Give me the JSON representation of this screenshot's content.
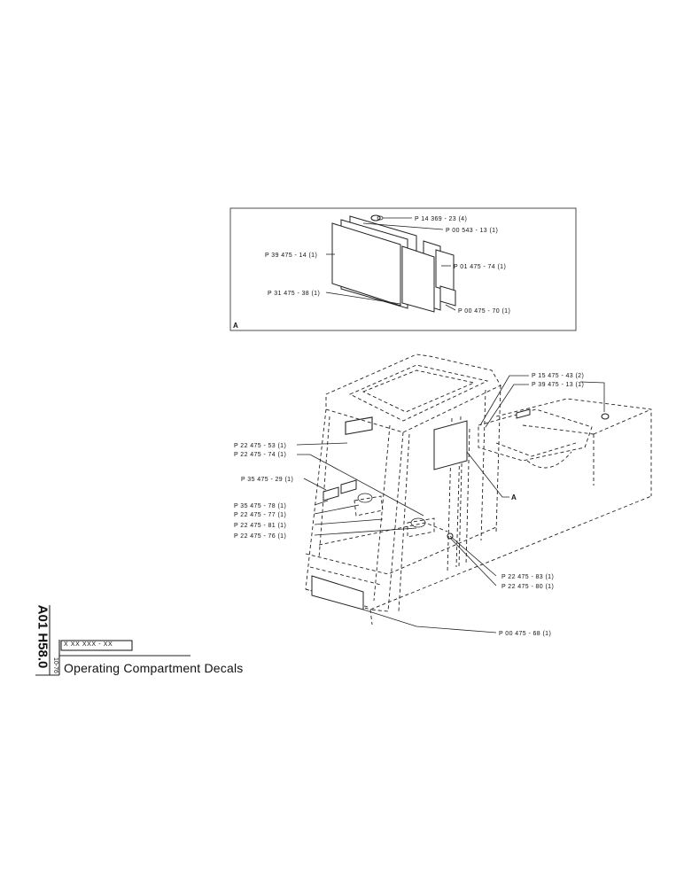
{
  "title_block": {
    "drawing_code": "A01 H58.0",
    "date": "10-76",
    "doc_number": "X XX XXX - XX",
    "title": "Operating Compartment Decals"
  },
  "detail_view": {
    "label": "A",
    "parts": [
      {
        "id": "p1",
        "label": "P 14 369 - 23 (4)"
      },
      {
        "id": "p2",
        "label": "P 00 543 - 13 (1)"
      },
      {
        "id": "p3",
        "label": "P 39 475 - 14 (1)"
      },
      {
        "id": "p4",
        "label": "P 01 475 - 74 (1)"
      },
      {
        "id": "p5",
        "label": "P 31 475 - 38 (1)"
      },
      {
        "id": "p6",
        "label": "P 00 475 - 70 (1)"
      }
    ]
  },
  "main_view": {
    "callout_a": "A",
    "parts": [
      {
        "id": "m1",
        "label": "P 15 475 - 43 (2)"
      },
      {
        "id": "m2",
        "label": "P 39 475 - 13 (1)"
      },
      {
        "id": "m3",
        "label": "P 22 475 - 53 (1)"
      },
      {
        "id": "m4",
        "label": "P 22 475 - 74 (1)"
      },
      {
        "id": "m5",
        "label": "P 35 475 - 29 (1)"
      },
      {
        "id": "m6",
        "label": "P 35 475 - 78 (1)"
      },
      {
        "id": "m7",
        "label": "P 22 475 - 77 (1)"
      },
      {
        "id": "m8",
        "label": "P 22 475 - 81 (1)"
      },
      {
        "id": "m9",
        "label": "P 22 475 - 76 (1)"
      },
      {
        "id": "m10",
        "label": "P 22 475 - 83 (1)"
      },
      {
        "id": "m11",
        "label": "P 22 475 - 80 (1)"
      },
      {
        "id": "m12",
        "label": "P 00 475 - 68 (1)"
      }
    ]
  }
}
